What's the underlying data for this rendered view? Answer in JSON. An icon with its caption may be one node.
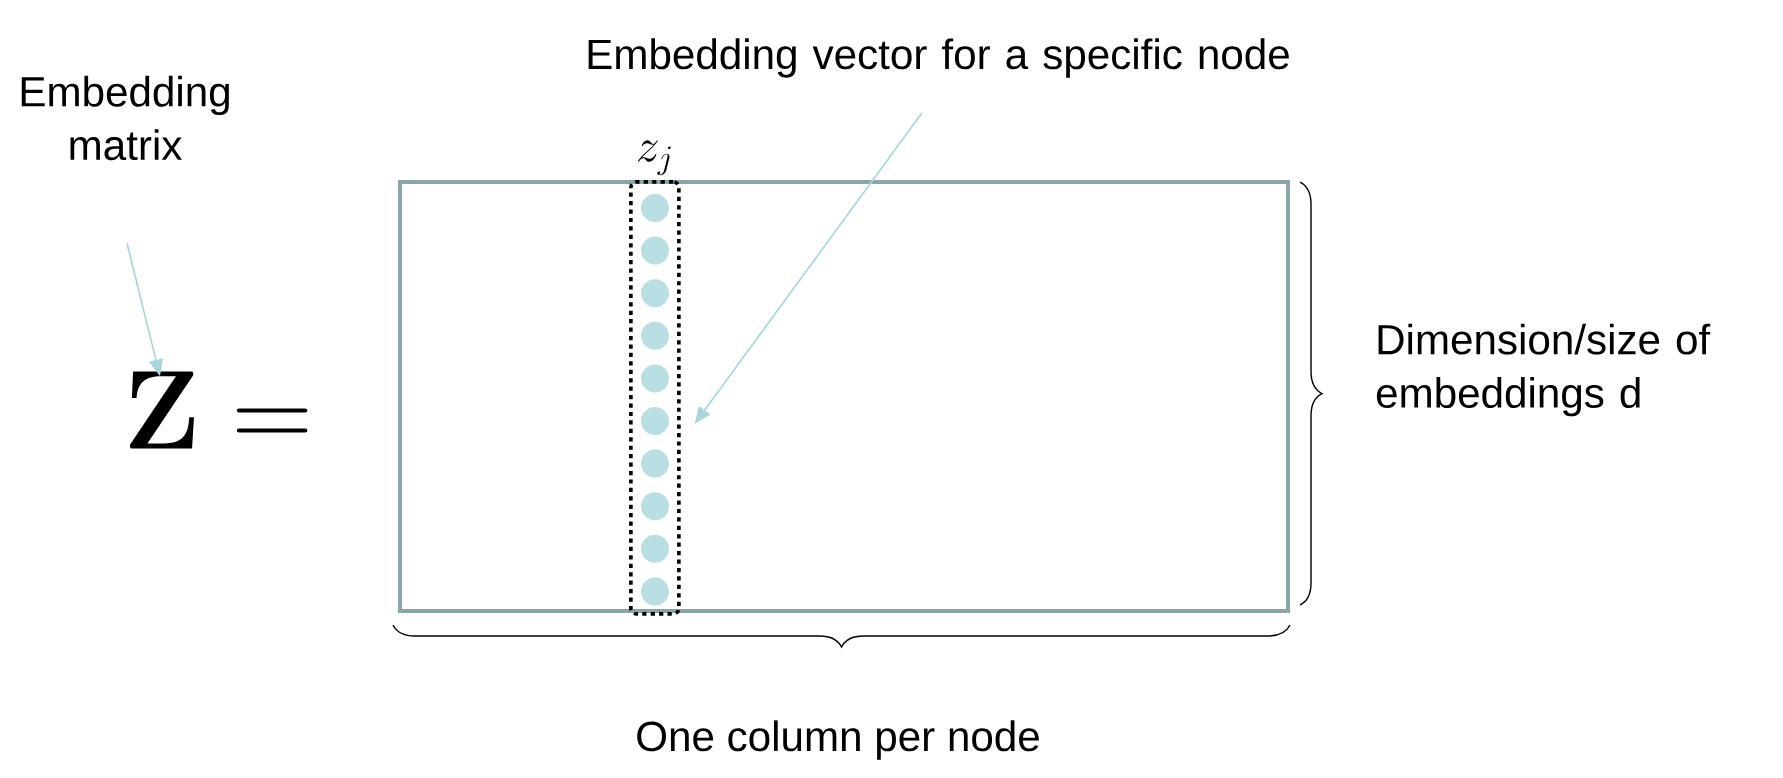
{
  "diagram": {
    "nodes": [
      {
        "text": [
          "Embedding matrix"
        ]
      },
      {
        "text": [
          "\\mathbf{Z} ="
        ]
      },
      {
        "text": [],
        "shape": "box"
      },
      {
        "text": [],
        "shape": "box",
        "in": 2,
        "beside": [
          "z_j"
        ]
      },
      {
        "text": [
          "Embedding vector for a specific node"
        ]
      }
    ],
    "edges": [
      {
        "from": 0,
        "to": 1,
        "arrow": "to"
      },
      {
        "from": 4,
        "to": 3,
        "arrow": "to"
      }
    ],
    "labels": [
      "Dimension/size of embeddings d",
      "One column per node"
    ]
  }
}
